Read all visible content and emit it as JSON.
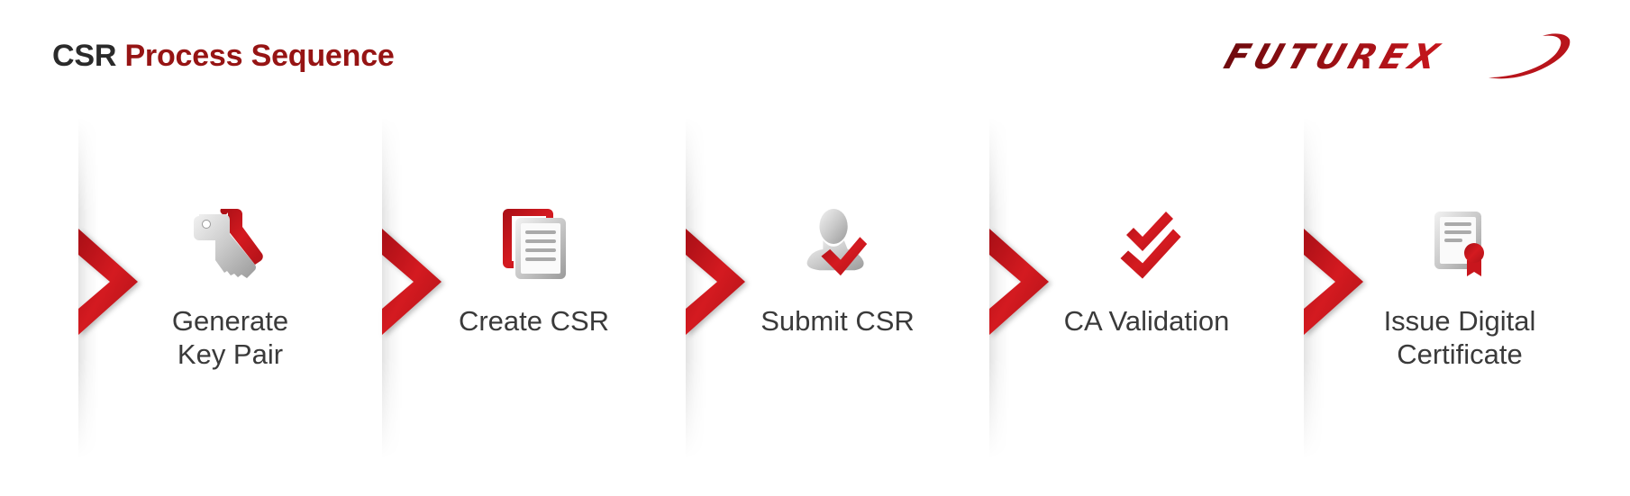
{
  "header": {
    "title_part1": "CSR",
    "title_part2": "Process Sequence",
    "logo_text": "FUTUREX"
  },
  "colors": {
    "brand_red": "#c8161d",
    "title_red": "#961414",
    "title_dark": "#2a2a2a",
    "label_text": "#3a3a3a"
  },
  "steps": [
    {
      "icon": "key-pair-icon",
      "line1": "Generate",
      "line2": "Key Pair"
    },
    {
      "icon": "documents-icon",
      "line1": "Create CSR",
      "line2": ""
    },
    {
      "icon": "user-check-icon",
      "line1": "Submit CSR",
      "line2": ""
    },
    {
      "icon": "double-check-icon",
      "line1": "CA Validation",
      "line2": ""
    },
    {
      "icon": "certificate-icon",
      "line1": "Issue Digital",
      "line2": "Certificate"
    }
  ]
}
